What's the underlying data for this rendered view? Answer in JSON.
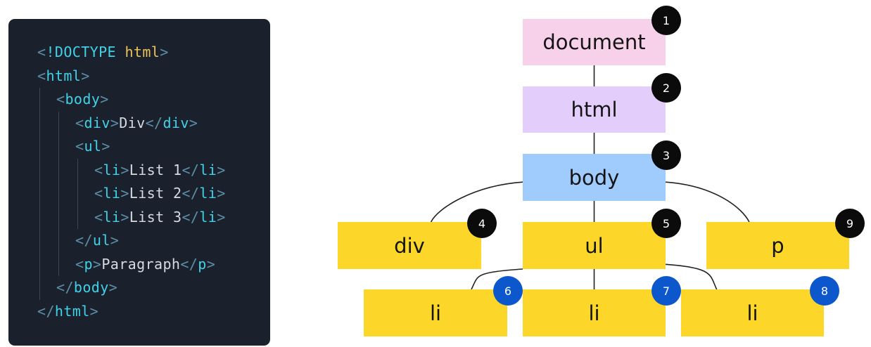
{
  "code": {
    "lines": [
      {
        "indent": 0,
        "segments": [
          {
            "k": "bracket",
            "t": "<"
          },
          {
            "k": "doctype",
            "t": "!DOCTYPE"
          },
          {
            "k": "txt",
            "t": " "
          },
          {
            "k": "kw",
            "t": "html"
          },
          {
            "k": "bracket",
            "t": ">"
          }
        ]
      },
      {
        "indent": 0,
        "segments": [
          {
            "k": "bracket",
            "t": "<"
          },
          {
            "k": "tag",
            "t": "html"
          },
          {
            "k": "bracket",
            "t": ">"
          }
        ]
      },
      {
        "indent": 1,
        "segments": [
          {
            "k": "bracket",
            "t": "<"
          },
          {
            "k": "tag",
            "t": "body"
          },
          {
            "k": "bracket",
            "t": ">"
          }
        ]
      },
      {
        "indent": 2,
        "segments": [
          {
            "k": "bracket",
            "t": "<"
          },
          {
            "k": "tag",
            "t": "div"
          },
          {
            "k": "bracket",
            "t": ">"
          },
          {
            "k": "txt",
            "t": "Div"
          },
          {
            "k": "bracket",
            "t": "</"
          },
          {
            "k": "tag",
            "t": "div"
          },
          {
            "k": "bracket",
            "t": ">"
          }
        ]
      },
      {
        "indent": 2,
        "segments": [
          {
            "k": "bracket",
            "t": "<"
          },
          {
            "k": "tag",
            "t": "ul"
          },
          {
            "k": "bracket",
            "t": ">"
          }
        ]
      },
      {
        "indent": 3,
        "segments": [
          {
            "k": "bracket",
            "t": "<"
          },
          {
            "k": "tag",
            "t": "li"
          },
          {
            "k": "bracket",
            "t": ">"
          },
          {
            "k": "txt",
            "t": "List 1"
          },
          {
            "k": "bracket",
            "t": "</"
          },
          {
            "k": "tag",
            "t": "li"
          },
          {
            "k": "bracket",
            "t": ">"
          }
        ]
      },
      {
        "indent": 3,
        "segments": [
          {
            "k": "bracket",
            "t": "<"
          },
          {
            "k": "tag",
            "t": "li"
          },
          {
            "k": "bracket",
            "t": ">"
          },
          {
            "k": "txt",
            "t": "List 2"
          },
          {
            "k": "bracket",
            "t": "</"
          },
          {
            "k": "tag",
            "t": "li"
          },
          {
            "k": "bracket",
            "t": ">"
          }
        ]
      },
      {
        "indent": 3,
        "segments": [
          {
            "k": "bracket",
            "t": "<"
          },
          {
            "k": "tag",
            "t": "li"
          },
          {
            "k": "bracket",
            "t": ">"
          },
          {
            "k": "txt",
            "t": "List 3"
          },
          {
            "k": "bracket",
            "t": "</"
          },
          {
            "k": "tag",
            "t": "li"
          },
          {
            "k": "bracket",
            "t": ">"
          }
        ]
      },
      {
        "indent": 2,
        "segments": [
          {
            "k": "bracket",
            "t": "</"
          },
          {
            "k": "tag",
            "t": "ul"
          },
          {
            "k": "bracket",
            "t": ">"
          }
        ]
      },
      {
        "indent": 2,
        "segments": [
          {
            "k": "bracket",
            "t": "<"
          },
          {
            "k": "tag",
            "t": "p"
          },
          {
            "k": "bracket",
            "t": ">"
          },
          {
            "k": "txt",
            "t": "Paragraph"
          },
          {
            "k": "bracket",
            "t": "</"
          },
          {
            "k": "tag",
            "t": "p"
          },
          {
            "k": "bracket",
            "t": ">"
          }
        ]
      },
      {
        "indent": 1,
        "segments": [
          {
            "k": "bracket",
            "t": "</"
          },
          {
            "k": "tag",
            "t": "body"
          },
          {
            "k": "bracket",
            "t": ">"
          }
        ]
      },
      {
        "indent": 0,
        "segments": [
          {
            "k": "bracket",
            "t": "</"
          },
          {
            "k": "tag",
            "t": "html"
          },
          {
            "k": "bracket",
            "t": ">"
          }
        ]
      }
    ]
  },
  "tree": {
    "colors": {
      "document": "#f7d0ea",
      "html": "#e3cdfb",
      "body": "#9fcbfd",
      "element": "#fcd72a",
      "badge_dark": "#0b0b0b",
      "badge_blue": "#0d57cc",
      "edge": "#222222"
    },
    "nodes": [
      {
        "id": "document",
        "label": "document",
        "color": "document",
        "badge": "1",
        "badge_style": "dark"
      },
      {
        "id": "html",
        "label": "html",
        "color": "html",
        "badge": "2",
        "badge_style": "dark"
      },
      {
        "id": "body",
        "label": "body",
        "color": "body",
        "badge": "3",
        "badge_style": "dark"
      },
      {
        "id": "div",
        "label": "div",
        "color": "element",
        "badge": "4",
        "badge_style": "dark"
      },
      {
        "id": "ul",
        "label": "ul",
        "color": "element",
        "badge": "5",
        "badge_style": "dark"
      },
      {
        "id": "p",
        "label": "p",
        "color": "element",
        "badge": "9",
        "badge_style": "dark"
      },
      {
        "id": "li1",
        "label": "li",
        "color": "element",
        "badge": "6",
        "badge_style": "blue"
      },
      {
        "id": "li2",
        "label": "li",
        "color": "element",
        "badge": "7",
        "badge_style": "blue"
      },
      {
        "id": "li3",
        "label": "li",
        "color": "element",
        "badge": "8",
        "badge_style": "blue"
      }
    ],
    "edges": [
      [
        "document",
        "html"
      ],
      [
        "html",
        "body"
      ],
      [
        "body",
        "div"
      ],
      [
        "body",
        "ul"
      ],
      [
        "body",
        "p"
      ],
      [
        "ul",
        "li1"
      ],
      [
        "ul",
        "li2"
      ],
      [
        "ul",
        "li3"
      ]
    ]
  }
}
